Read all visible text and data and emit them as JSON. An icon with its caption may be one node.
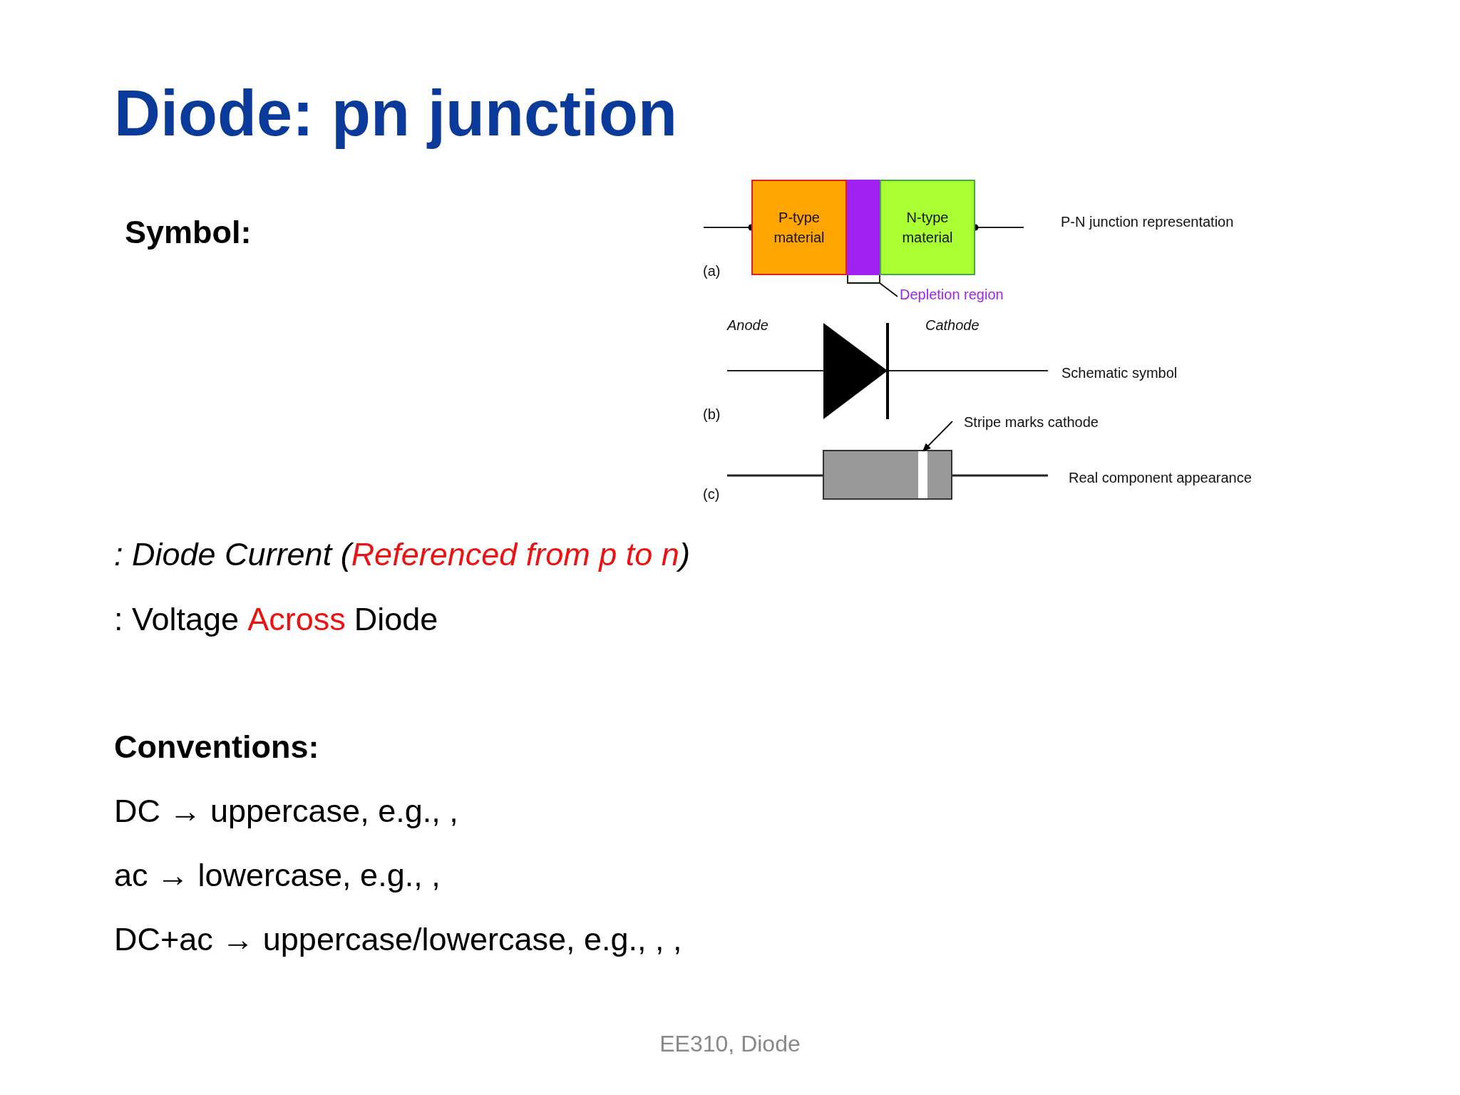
{
  "diagram": {
    "title": "Diode: pn junction",
    "nodes": [
      {
        "text": [
          "P-type material"
        ]
      },
      {
        "text": [],
        "shape": "bar"
      },
      {
        "text": [
          "N-type material"
        ]
      },
      {
        "text": [
          "Depletion region"
        ]
      },
      {
        "text": [
          "Stripe marks cathode"
        ]
      },
      {
        "text": [],
        "shape": "bar"
      }
    ],
    "edges": [
      {
        "from": 3,
        "to": 1,
        "arrow": "none"
      },
      {
        "from": 4,
        "to": 5,
        "arrow": "to"
      }
    ],
    "labels": [
      "Symbol:",
      "P-N junction representation",
      "(a)",
      "Anode",
      "Cathode",
      "Schematic symbol",
      "(b)",
      "Real component appearance",
      "(c)",
      ": Diode Current (",
      "Referenced from p to n",
      ")",
      ": Voltage",
      "Across",
      "Diode",
      "Conventions:",
      "DC → uppercase, e.g., ,",
      "ac → lowercase, e.g., ,",
      "DC+ac → uppercase/lowercase, e.g., , ,",
      "EE310, Diode"
    ]
  }
}
